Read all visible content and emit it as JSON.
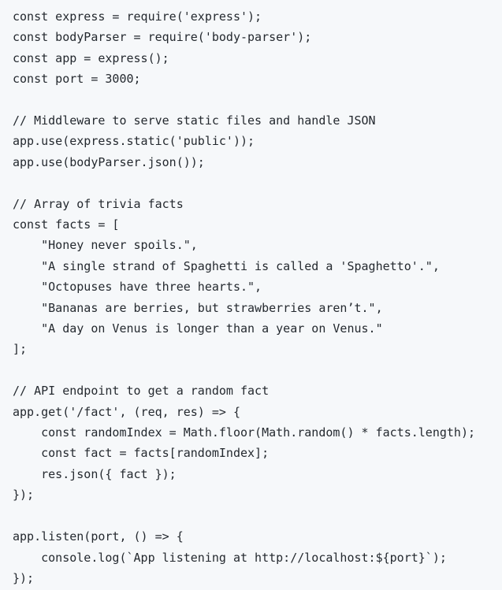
{
  "page": {
    "background_color": "#f6f8fa",
    "text_color": "#24292f"
  },
  "code": {
    "language": "javascript",
    "lines": [
      "const express = require('express');",
      "const bodyParser = require('body-parser');",
      "const app = express();",
      "const port = 3000;",
      "",
      "// Middleware to serve static files and handle JSON",
      "app.use(express.static('public'));",
      "app.use(bodyParser.json());",
      "",
      "// Array of trivia facts",
      "const facts = [",
      "    \"Honey never spoils.\",",
      "    \"A single strand of Spaghetti is called a 'Spaghetto'.\",",
      "    \"Octopuses have three hearts.\",",
      "    \"Bananas are berries, but strawberries aren’t.\",",
      "    \"A day on Venus is longer than a year on Venus.\"",
      "];",
      "",
      "// API endpoint to get a random fact",
      "app.get('/fact', (req, res) => {",
      "    const randomIndex = Math.floor(Math.random() * facts.length);",
      "    const fact = facts[randomIndex];",
      "    res.json({ fact });",
      "});",
      "",
      "app.listen(port, () => {",
      "    console.log(`App listening at http://localhost:${port}`);",
      "});"
    ]
  }
}
